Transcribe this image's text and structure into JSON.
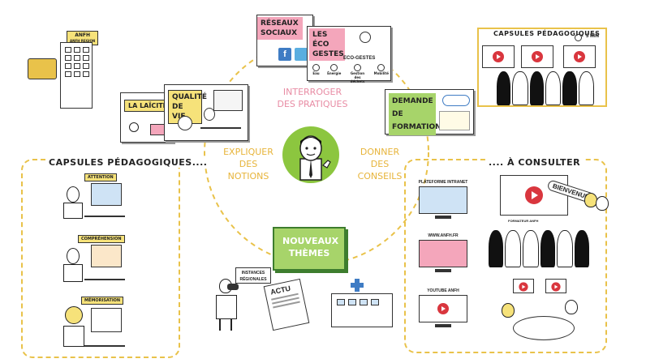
{
  "center": {
    "interroger": "INTERROGER DES PRATIQUES",
    "expliquer": "EXPLIQUER DES NOTIONS",
    "donner": "DONNER DES CONSEILS",
    "nouveaux_themes": "NOUVEAUX THÈMES"
  },
  "top_cards": {
    "reseaux": "RÉSEAUX SOCIAUX",
    "eco_gestes": "LES ÉCO GESTES",
    "eco_gestes_sub": "ECO-GESTES",
    "eco_icons": [
      "Eau",
      "Énergie",
      "Gestion des déchets",
      "Mobilité"
    ],
    "laicite": "LA LAÏCITÉ",
    "qualite": "QUALITÉ DE VIE",
    "demande": "DEMANDE DE FORMATION"
  },
  "building_label": "ANFH",
  "building_sublabel": "ANFH REGION",
  "left_panel": {
    "title": "CAPSULES PÉDAGOGIQUES....",
    "items": [
      "ATTENTION",
      "COMPRÉHENSION",
      "MÉMORISATION"
    ]
  },
  "top_right_panel": {
    "title": "CAPSULES PÉDAGOGIQUES",
    "duration": "3 MIN"
  },
  "right_panel": {
    "title": ".... À CONSULTER",
    "platforms": [
      "PLATEFORME INTRANET",
      "WWW.ANFH.FR",
      "YOUTUBE ANFH"
    ],
    "bienvenue": "BIENVENUE",
    "formateur": "FORMATEUR ANFH"
  },
  "bottom": {
    "instances": "INSTANCES RÉGIONALES",
    "actu": "ACTU"
  },
  "colors": {
    "yellow": "#e9c24a",
    "pink": "#f4a6bb",
    "green": "#a7d46a",
    "dark_green": "#3d7d2e",
    "red": "#d9363e",
    "blue": "#3f7cc4"
  }
}
